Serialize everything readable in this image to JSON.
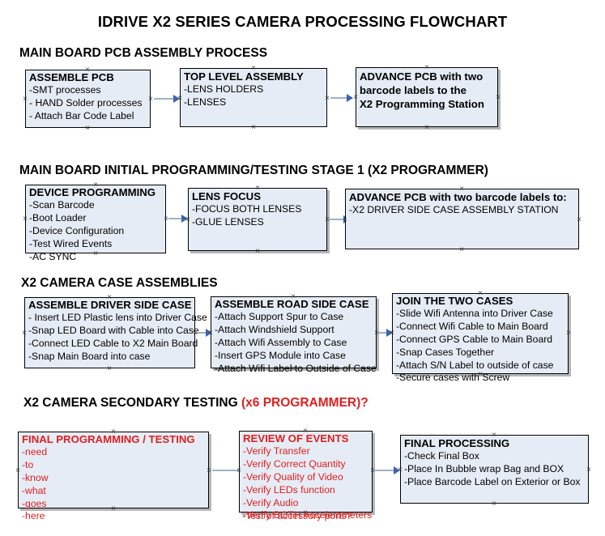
{
  "title": "IDRIVE X2  SERIES CAMERA PROCESSING FLOWCHART",
  "colors": {
    "box_fill": "#e6ecf5",
    "box_border": "#000000",
    "accent_red": "#e02020",
    "connector": "#9bb2c9",
    "arrow_head": "#3b63ad"
  },
  "sections": [
    {
      "id": "main-board-pcb-assembly",
      "header": "MAIN BOARD PCB ASSEMBLY PROCESS",
      "header_suffix": ""
    },
    {
      "id": "main-board-initial-programming",
      "header": "MAIN BOARD INITIAL PROGRAMMING/TESTING STAGE 1 (X2 PROGRAMMER)",
      "header_suffix": ""
    },
    {
      "id": "x2-camera-case-assemblies",
      "header": "X2 CAMERA CASE ASSEMBLIES",
      "header_suffix": ""
    },
    {
      "id": "x2-camera-secondary-testing",
      "header": "X2 CAMERA SECONDARY TESTING ",
      "header_suffix": "(x6 PROGRAMMER)?"
    }
  ],
  "nodes": {
    "assemble_pcb": {
      "title": "ASSEMBLE PCB",
      "lines": [
        "-SMT processes",
        "- HAND Solder processes",
        "- Attach Bar Code Label"
      ]
    },
    "top_level_assembly": {
      "title": "TOP LEVEL ASSEMBLY",
      "lines": [
        "-LENS HOLDERS",
        "-LENSES"
      ]
    },
    "advance_pcb_programming": {
      "title_lines": [
        "ADVANCE PCB with two",
        "barcode labels to the",
        " X2 Programming Station"
      ],
      "lines": []
    },
    "device_programming": {
      "title": "DEVICE PROGRAMMING",
      "lines": [
        "-Scan Barcode",
        "-Boot Loader",
        "-Device Configuration",
        "-Test Wired Events",
        "-AC SYNC"
      ]
    },
    "lens_focus": {
      "title": "LENS FOCUS",
      "lines": [
        "-FOCUS BOTH LENSES",
        "-GLUE LENSES"
      ]
    },
    "advance_pcb_driver_case": {
      "title": "ADVANCE PCB with two barcode labels to:",
      "lines": [
        "-X2 DRIVER  SIDE  CASE  ASSEMBLY STATION"
      ]
    },
    "assemble_driver_side_case": {
      "title": "ASSEMBLE DRIVER SIDE CASE",
      "lines": [
        "- Insert LED Plastic lens into Driver Case",
        "-Snap LED Board with Cable into Case",
        "-Connect LED Cable to X2 Main Board",
        "-Snap Main Board into case"
      ]
    },
    "assemble_road_side_case": {
      "title": "ASSEMBLE ROAD SIDE CASE",
      "lines": [
        "-Attach Support Spur to Case",
        "-Attach Windshield Support",
        "-Attach Wifi Assembly to Case",
        "-Insert GPS Module into Case",
        "-Attach Wifi Label to Outside of Case"
      ]
    },
    "join_the_two_cases": {
      "title": "JOIN THE TWO CASES",
      "lines": [
        "-Slide Wifi Antenna into Driver Case",
        "-Connect Wifi Cable to Main Board",
        "-Connect GPS Cable to Main Board",
        "-Snap Cases Together",
        "-Attach S/N Label to outside of case",
        "-Secure cases with Screw"
      ]
    },
    "final_programming_testing": {
      "title": "FINAL PROGRAMMING / TESTING",
      "lines": [
        "-need",
        "-to",
        "-know",
        "-what",
        "-goes",
        "-here"
      ]
    },
    "review_of_events": {
      "title": "REVIEW OF EVENTS",
      "lines": [
        "-Verify Transfer",
        "-Verify Correct Quantity",
        "-Verify Quality of Video",
        "-Verify LEDs function",
        "-Verify Audio",
        "-Verify BOTH Accelerometers"
      ],
      "overflow_line": "-Test of accessory ports?"
    },
    "final_processing": {
      "title": "FINAL PROCESSING",
      "lines": [
        " -Check Final Box",
        "-Place In Bubble wrap Bag and BOX",
        "-Place Barcode Label on Exterior or Box"
      ]
    }
  }
}
